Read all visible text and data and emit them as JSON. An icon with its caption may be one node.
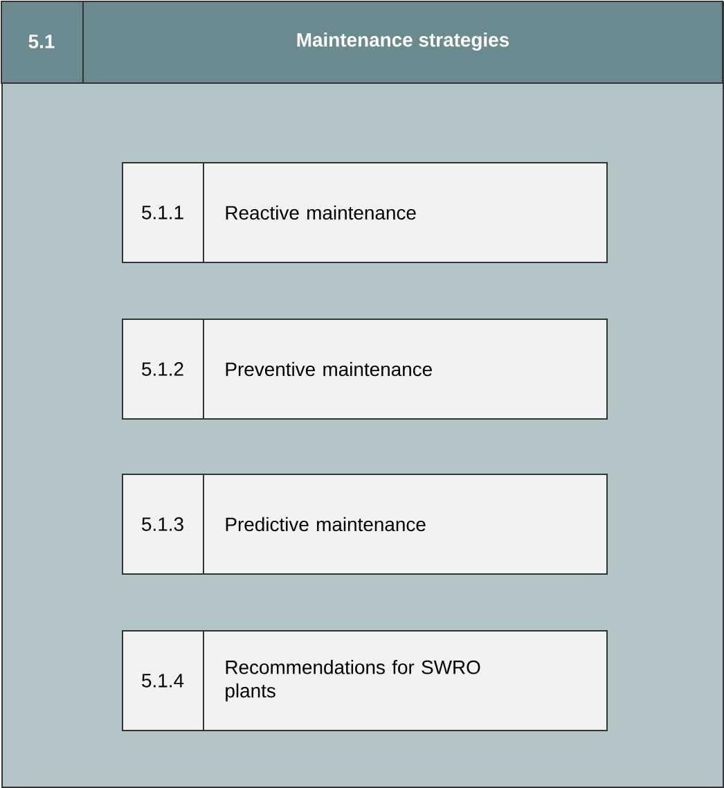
{
  "diagram": {
    "nodes": [
      {
        "text": [
          "5.1",
          "Maintenance strategies"
        ]
      },
      {
        "text": [
          "5.1.1",
          "Reactive maintenance"
        ],
        "in": 0
      },
      {
        "text": [
          "5.1.2",
          "Preventive maintenance"
        ],
        "in": 0
      },
      {
        "text": [
          "5.1.3",
          "Predictive maintenance"
        ],
        "in": 0
      },
      {
        "text": [
          "5.1.4",
          "Recommendations for SWRO plants"
        ],
        "in": 0
      }
    ]
  }
}
